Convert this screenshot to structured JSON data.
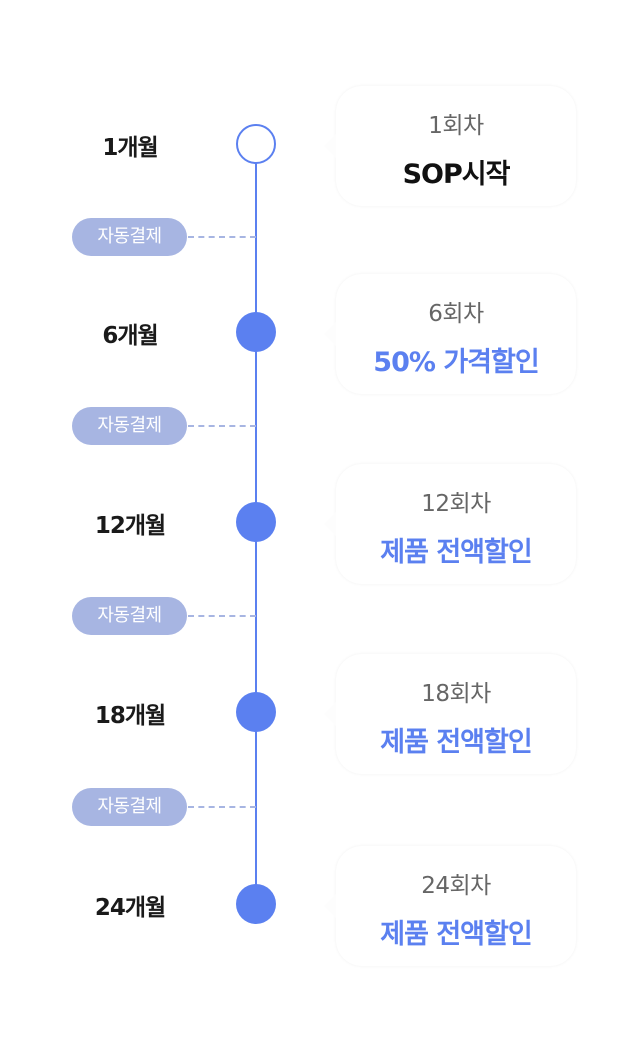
{
  "colors": {
    "accent": "#5b80f0",
    "badge": "#a7b5e2",
    "text_dark": "#111111",
    "text_muted": "#666666"
  },
  "timeline": {
    "steps": [
      {
        "month": "1개월",
        "round": "1회차",
        "benefit": "SOP시작",
        "node_style": "hollow",
        "benefit_style": "dark"
      },
      {
        "month": "6개월",
        "round": "6회차",
        "benefit": "50% 가격할인",
        "node_style": "filled",
        "benefit_style": "accent"
      },
      {
        "month": "12개월",
        "round": "12회차",
        "benefit": "제품 전액할인",
        "node_style": "filled",
        "benefit_style": "accent"
      },
      {
        "month": "18개월",
        "round": "18회차",
        "benefit": "제품 전액할인",
        "node_style": "filled",
        "benefit_style": "accent"
      },
      {
        "month": "24개월",
        "round": "24회차",
        "benefit": "제품 전액할인",
        "node_style": "filled",
        "benefit_style": "accent"
      }
    ],
    "connector_badge": "자동결제"
  }
}
